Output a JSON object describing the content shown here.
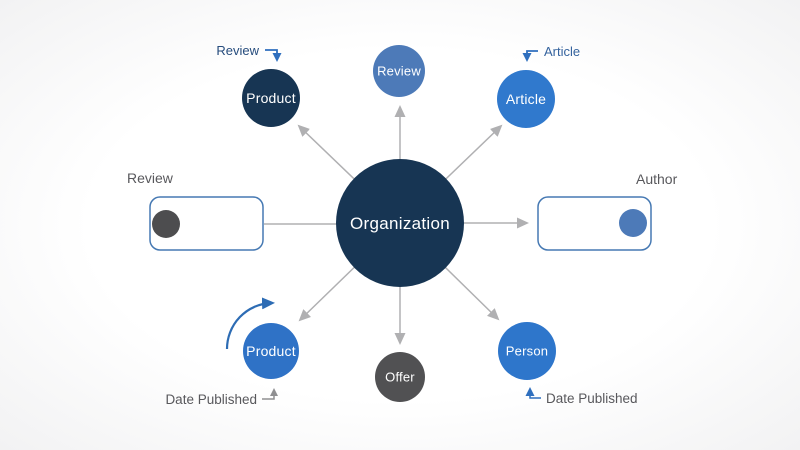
{
  "palette": {
    "navy": "#173553",
    "slate_blue": "#4d7ab8",
    "bright_blue": "#3079cd",
    "medium_blue": "#2f72c6",
    "person_blue": "#2e76cb",
    "offer_gray": "#515153",
    "dot_gray": "#4d4d4f",
    "box_border": "#4679b3",
    "box_fill": "#ffffff",
    "arrow_gray": "#b0b0b2",
    "connector_gray": "#8f8f91",
    "callout_blue": "#2f6fbe",
    "arc_blue": "#2d6cb4",
    "callout_text_navy": "#264c7d",
    "callout_text_blue": "#35639e",
    "label_gray": "#58585c",
    "node_text": "#ffffff"
  },
  "center": {
    "label": "Organization"
  },
  "nodes": {
    "product_top": {
      "label": "Product"
    },
    "review_top": {
      "label": "Review"
    },
    "article": {
      "label": "Article"
    },
    "product_bottom": {
      "label": "Product"
    },
    "offer": {
      "label": "Offer"
    },
    "person": {
      "label": "Person"
    }
  },
  "boxes": {
    "review": {
      "label": "Review"
    },
    "author": {
      "label": "Author"
    }
  },
  "callouts": {
    "review": {
      "label": "Review"
    },
    "article": {
      "label": "Article"
    },
    "date_published_left": {
      "label": "Date Published"
    },
    "date_published_right": {
      "label": "Date Published"
    }
  }
}
